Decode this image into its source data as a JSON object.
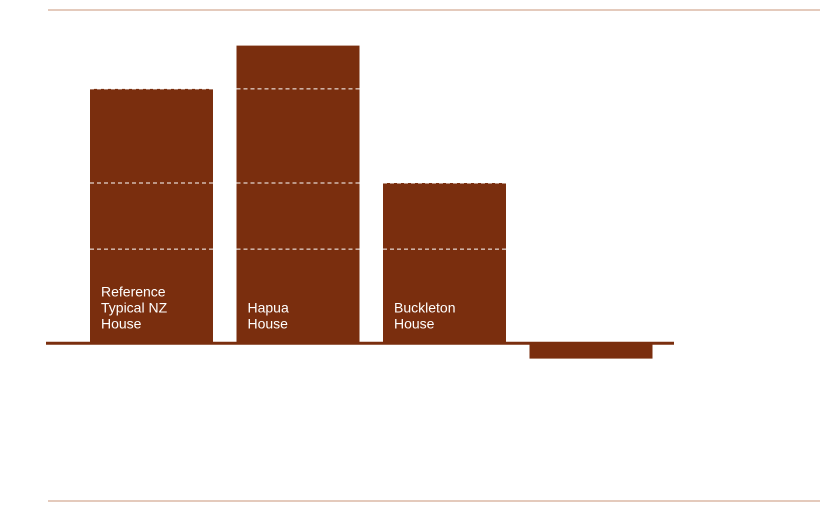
{
  "colors": {
    "bar": "#7a2e0e",
    "rule": "#c8957a",
    "gridline": "#ffffff"
  },
  "chart_data": {
    "type": "bar",
    "categories": [
      [
        "Reference",
        "Typical NZ",
        "House"
      ],
      [
        "Hapua",
        "House"
      ],
      [
        "Buckleton",
        "House"
      ],
      [
        ""
      ]
    ],
    "values": [
      100,
      117,
      63,
      -6
    ],
    "ylim": [
      -62,
      131
    ],
    "gridlines": [
      37,
      63,
      100
    ],
    "grid": true
  }
}
